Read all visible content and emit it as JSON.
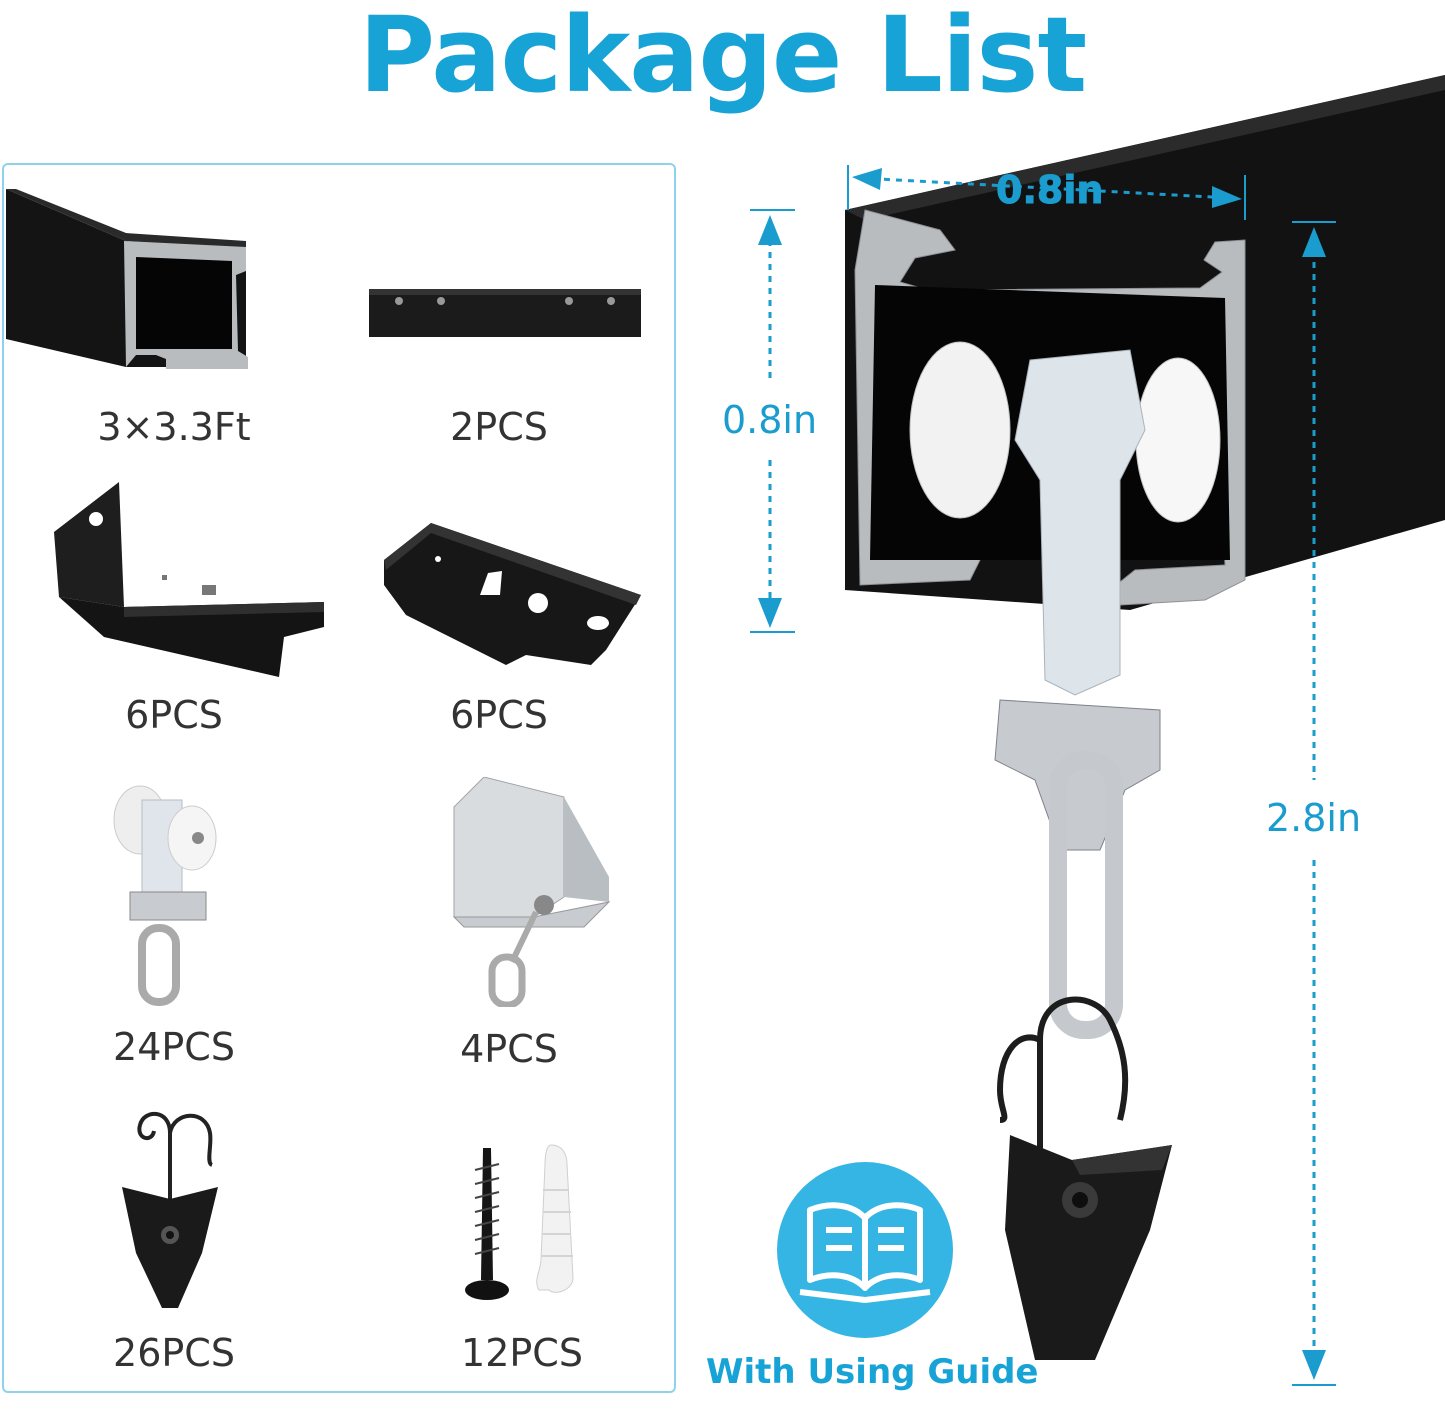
{
  "title": "Package List",
  "items": [
    {
      "name": "track-rail",
      "qty": "3×3.3Ft"
    },
    {
      "name": "connector-plate",
      "qty": "2PCS"
    },
    {
      "name": "wall-bracket",
      "qty": "6PCS"
    },
    {
      "name": "ceiling-bracket",
      "qty": "6PCS"
    },
    {
      "name": "roller-glider",
      "qty": "24PCS"
    },
    {
      "name": "end-stopper",
      "qty": "4PCS"
    },
    {
      "name": "hook-clip",
      "qty": "26PCS"
    },
    {
      "name": "screw-anchor",
      "qty": "12PCS"
    }
  ],
  "dimensions": {
    "width": "0.8in",
    "height": "0.8in",
    "total_height": "2.8in"
  },
  "guide": {
    "label": "With Using Guide",
    "icon": "book-icon"
  },
  "colors": {
    "accent": "#17a3d6",
    "rail": "#111111",
    "aluminum": "#b9bcbf"
  }
}
